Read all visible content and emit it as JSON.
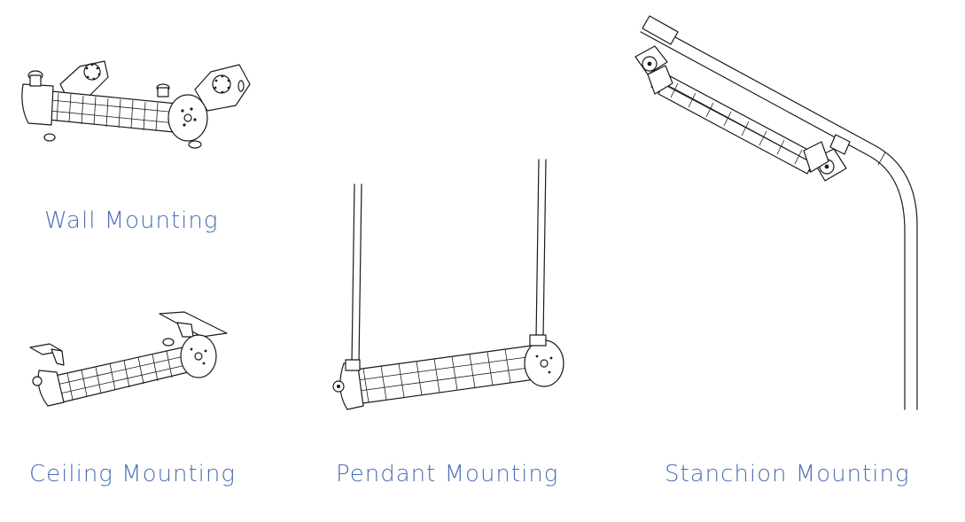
{
  "labels": {
    "wall": "Wall Mounting",
    "ceiling": "Ceiling Mounting",
    "pendant": "Pendant Mounting",
    "stanchion": "Stanchion Mounting"
  },
  "colors": {
    "label_text": "#4a6fb5",
    "line_art": "#1a1a1a",
    "background": "#ffffff"
  }
}
